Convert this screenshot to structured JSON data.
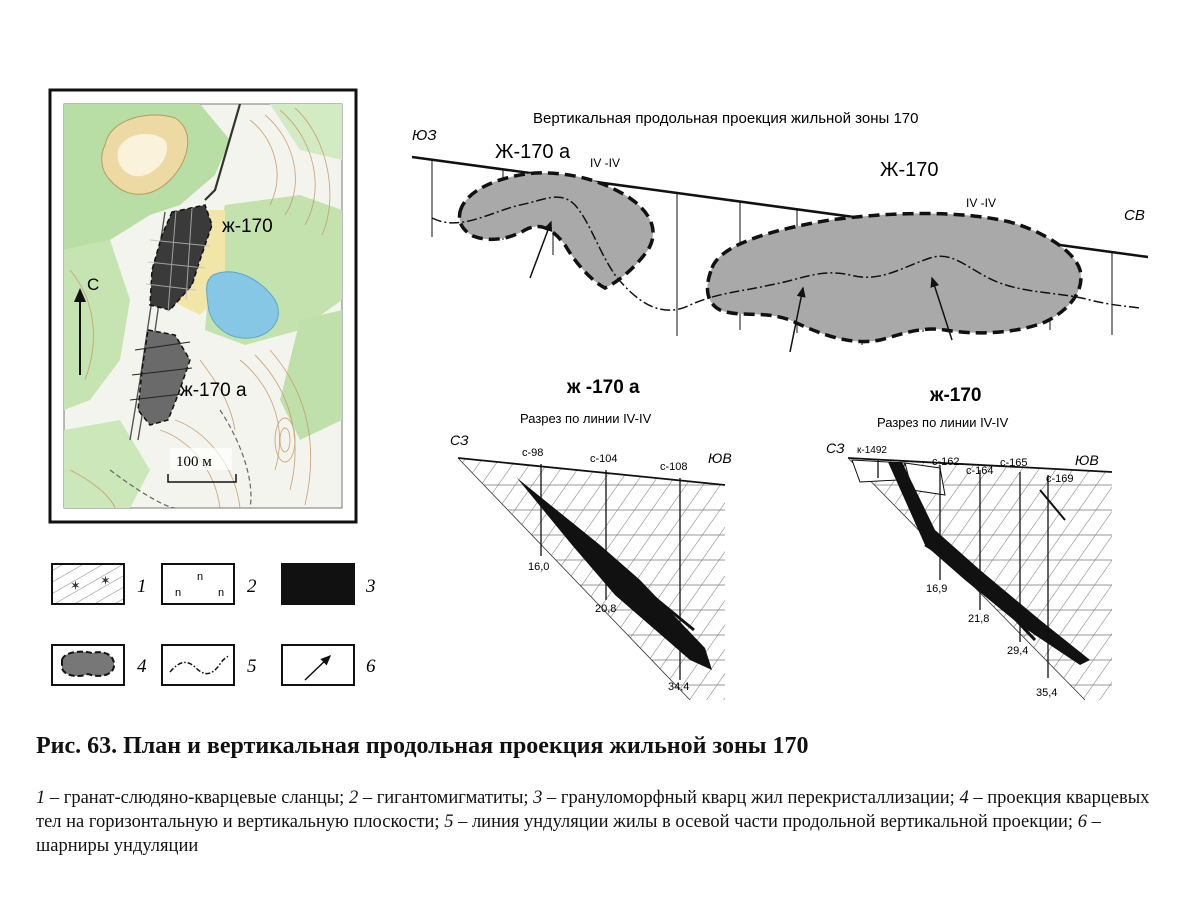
{
  "map": {
    "label_main": "ж-170",
    "label_a": "ж-170 а",
    "north": "С",
    "scale": "100 м"
  },
  "longitudinal": {
    "title": "Вертикальная продольная проекция жильной зоны 170",
    "dir_left": "ЮЗ",
    "dir_right": "СВ",
    "body_a": "Ж-170 а",
    "body_main": "Ж-170",
    "line_a": "IV -IV",
    "line_main": "IV -IV"
  },
  "section_a": {
    "title": "ж -170 а",
    "subtitle": "Разрез по линии IV-IV",
    "dir_left": "СЗ",
    "dir_right": "ЮВ",
    "wells": [
      "с-98",
      "с-104",
      "с-108"
    ],
    "depths": [
      "16,0",
      "20,8",
      "34,4"
    ]
  },
  "section_main": {
    "title": "ж-170",
    "subtitle": "Разрез по линии IV-IV",
    "dir_left": "СЗ",
    "dir_right": "ЮВ",
    "wells": [
      "к-1492",
      "с-162",
      "с-164",
      "с-165",
      "с-169"
    ],
    "depths": [
      "16,9",
      "21,8",
      "29,4",
      "35,4"
    ]
  },
  "legend": {
    "items": [
      "1",
      "2",
      "3",
      "4",
      "5",
      "6"
    ]
  },
  "caption": {
    "title": "Рис. 63. План и вертикальная продольная проекция жильной зоны 170",
    "n1": "1",
    "t1": " – гранат-слюдяно-кварцевые сланцы; ",
    "n2": "2",
    "t2": " – гигантомигматиты; ",
    "n3": "3",
    "t3": " – грануломорфный кварц жил перекристаллизации; ",
    "n4": "4",
    "t4": " – проекция кварцевых тел на горизонтальную и вертикальную плоскости; ",
    "n5": "5",
    "t5": " – линия ундуляции жилы в осевой части продольной вертикальной проекции; ",
    "n6": "6",
    "t6": " – шарниры ундуляции"
  },
  "colors": {
    "forest": "#b9dea5",
    "field": "#f4f4ee",
    "lake": "#86c7e6",
    "sand": "#ecd9a4",
    "orebody": "#3a3a3a",
    "projection": "#a9a9a9",
    "contour": "#c79a6a"
  }
}
